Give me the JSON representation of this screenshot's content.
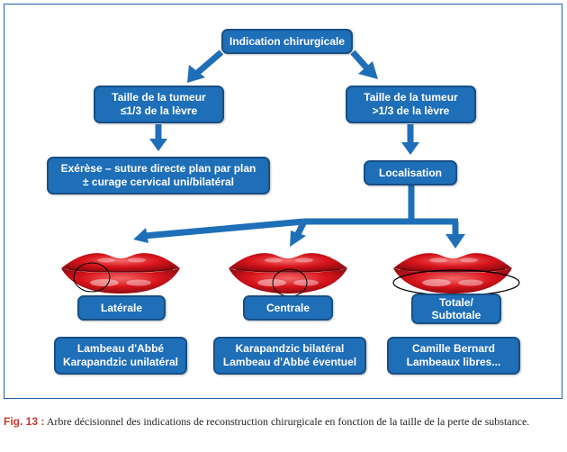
{
  "nodes": {
    "root": "Indication chirurgicale",
    "left_cond": [
      "Taille de la tumeur",
      "≤1/3 de la lèvre"
    ],
    "right_cond": [
      "Taille de la tumeur",
      ">1/3 de la lèvre"
    ],
    "left_result": [
      "Exérèse – suture directe plan par plan",
      "± curage cervical uni/bilatéral"
    ],
    "localisation": "Localisation",
    "lateral": "Latérale",
    "central": "Centrale",
    "total": [
      "Totale/",
      "Subtotale"
    ],
    "lateral_tech": [
      "Lambeau d'Abbé",
      "Karapandzic unilatéral"
    ],
    "central_tech": [
      "Karapandzic bilatéral",
      "Lambeau d'Abbé éventuel"
    ],
    "total_tech": [
      "Camille Bernard",
      "Lambeaux libres..."
    ]
  },
  "caption": {
    "fig": "Fig. 13 :",
    "text": "Arbre décisionnel des indications de reconstruction chirurgicale en fonction de la taille de la perte de substance."
  },
  "colors": {
    "box": "#1f6fb8",
    "arrow": "#1f6fb8",
    "lip": "#d8141c"
  }
}
